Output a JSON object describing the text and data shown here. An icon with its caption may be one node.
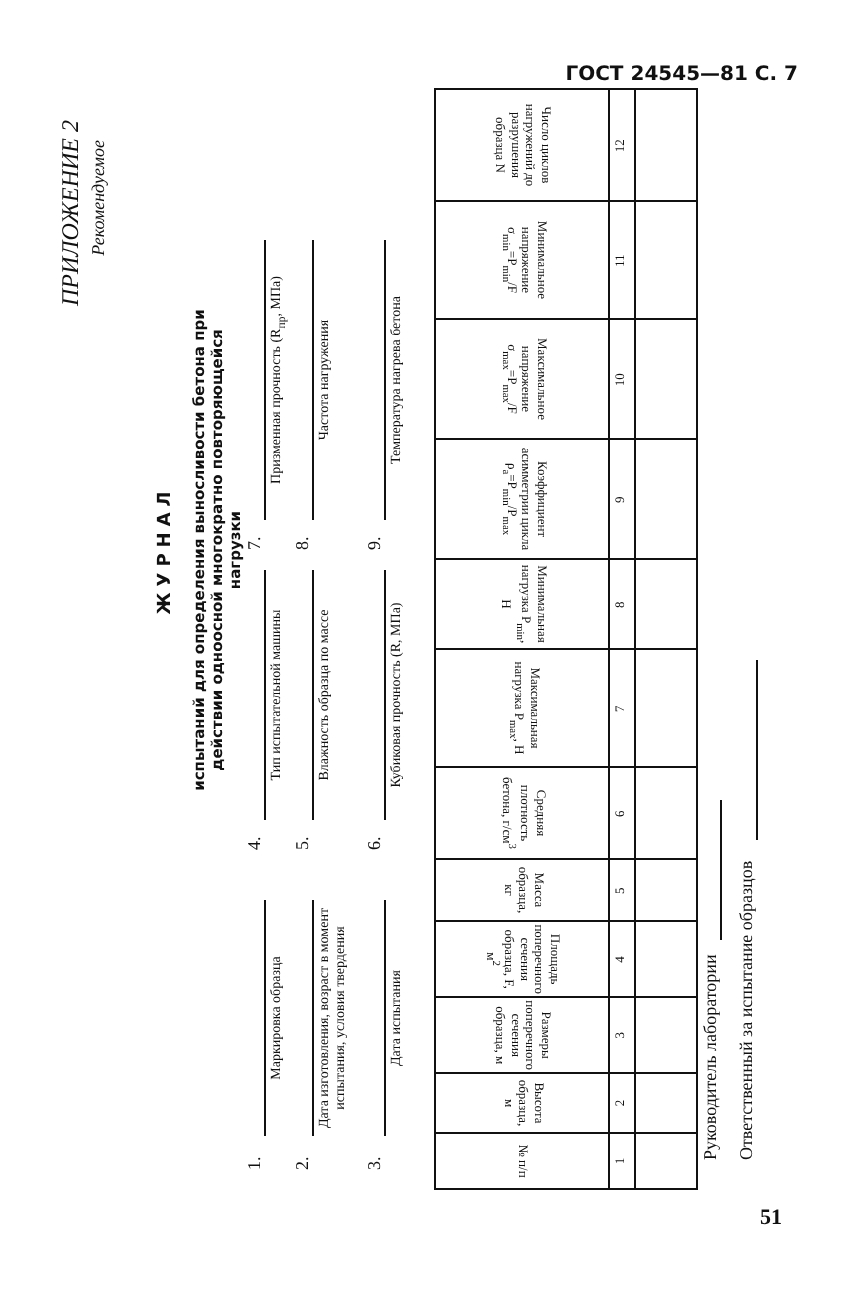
{
  "diagram": {
    "title": "ЖУРНАЛ",
    "labels": [
      "ГОСТ 24545—81 С. 7",
      "ПРИЛОЖЕНИЕ 2",
      "Рекомендуемое",
      "испытаний для определения выносливости бетона при действии одноосной многократно повторяющейся нагрузки",
      "1.",
      "Маркировка образца",
      "2.",
      "Дата изготовления, возраст в момент испытания, условия твердения",
      "3.",
      "Дата испытания",
      "4.",
      "Тип испытательной машины",
      "5.",
      "Влажность образца по массе",
      "6.",
      "Кубиковая прочность (R, МПа)",
      "7.",
      "Призменная прочность (R$_{пр}$, МПа)",
      "8.",
      "Частота нагружения",
      "9.",
      "Температура нагрева бетона",
      "№ п/п",
      "Высота образца, м",
      "Размеры поперечного сечения образца, м",
      "Площадь поперечного сечения образца, F, м$^{2}$",
      "Масса образца, кг",
      "Средняя плотность бетона, г/см$^{3}$",
      "Максимальная нагрузка P$_{max}$, Н",
      "Минимальная нагрузка P$_{min}$, Н",
      "Коэффициент асимметрии цикла ρ$_{a}$=P$_{min}$/P$_{max}$",
      "Максимальное напряжение σ$_{max}$=P$_{max}$/F",
      "Минимальное напряжение σ$_{min}$=P$_{min}$/F",
      "Число циклов нагружений до разрушения образца N",
      "1",
      "2",
      "3",
      "4",
      "5",
      "6",
      "7",
      "8",
      "9",
      "10",
      "11",
      "12",
      "Руководитель лаборатории",
      "Ответственный за испытание образцов",
      "51"
    ]
  }
}
